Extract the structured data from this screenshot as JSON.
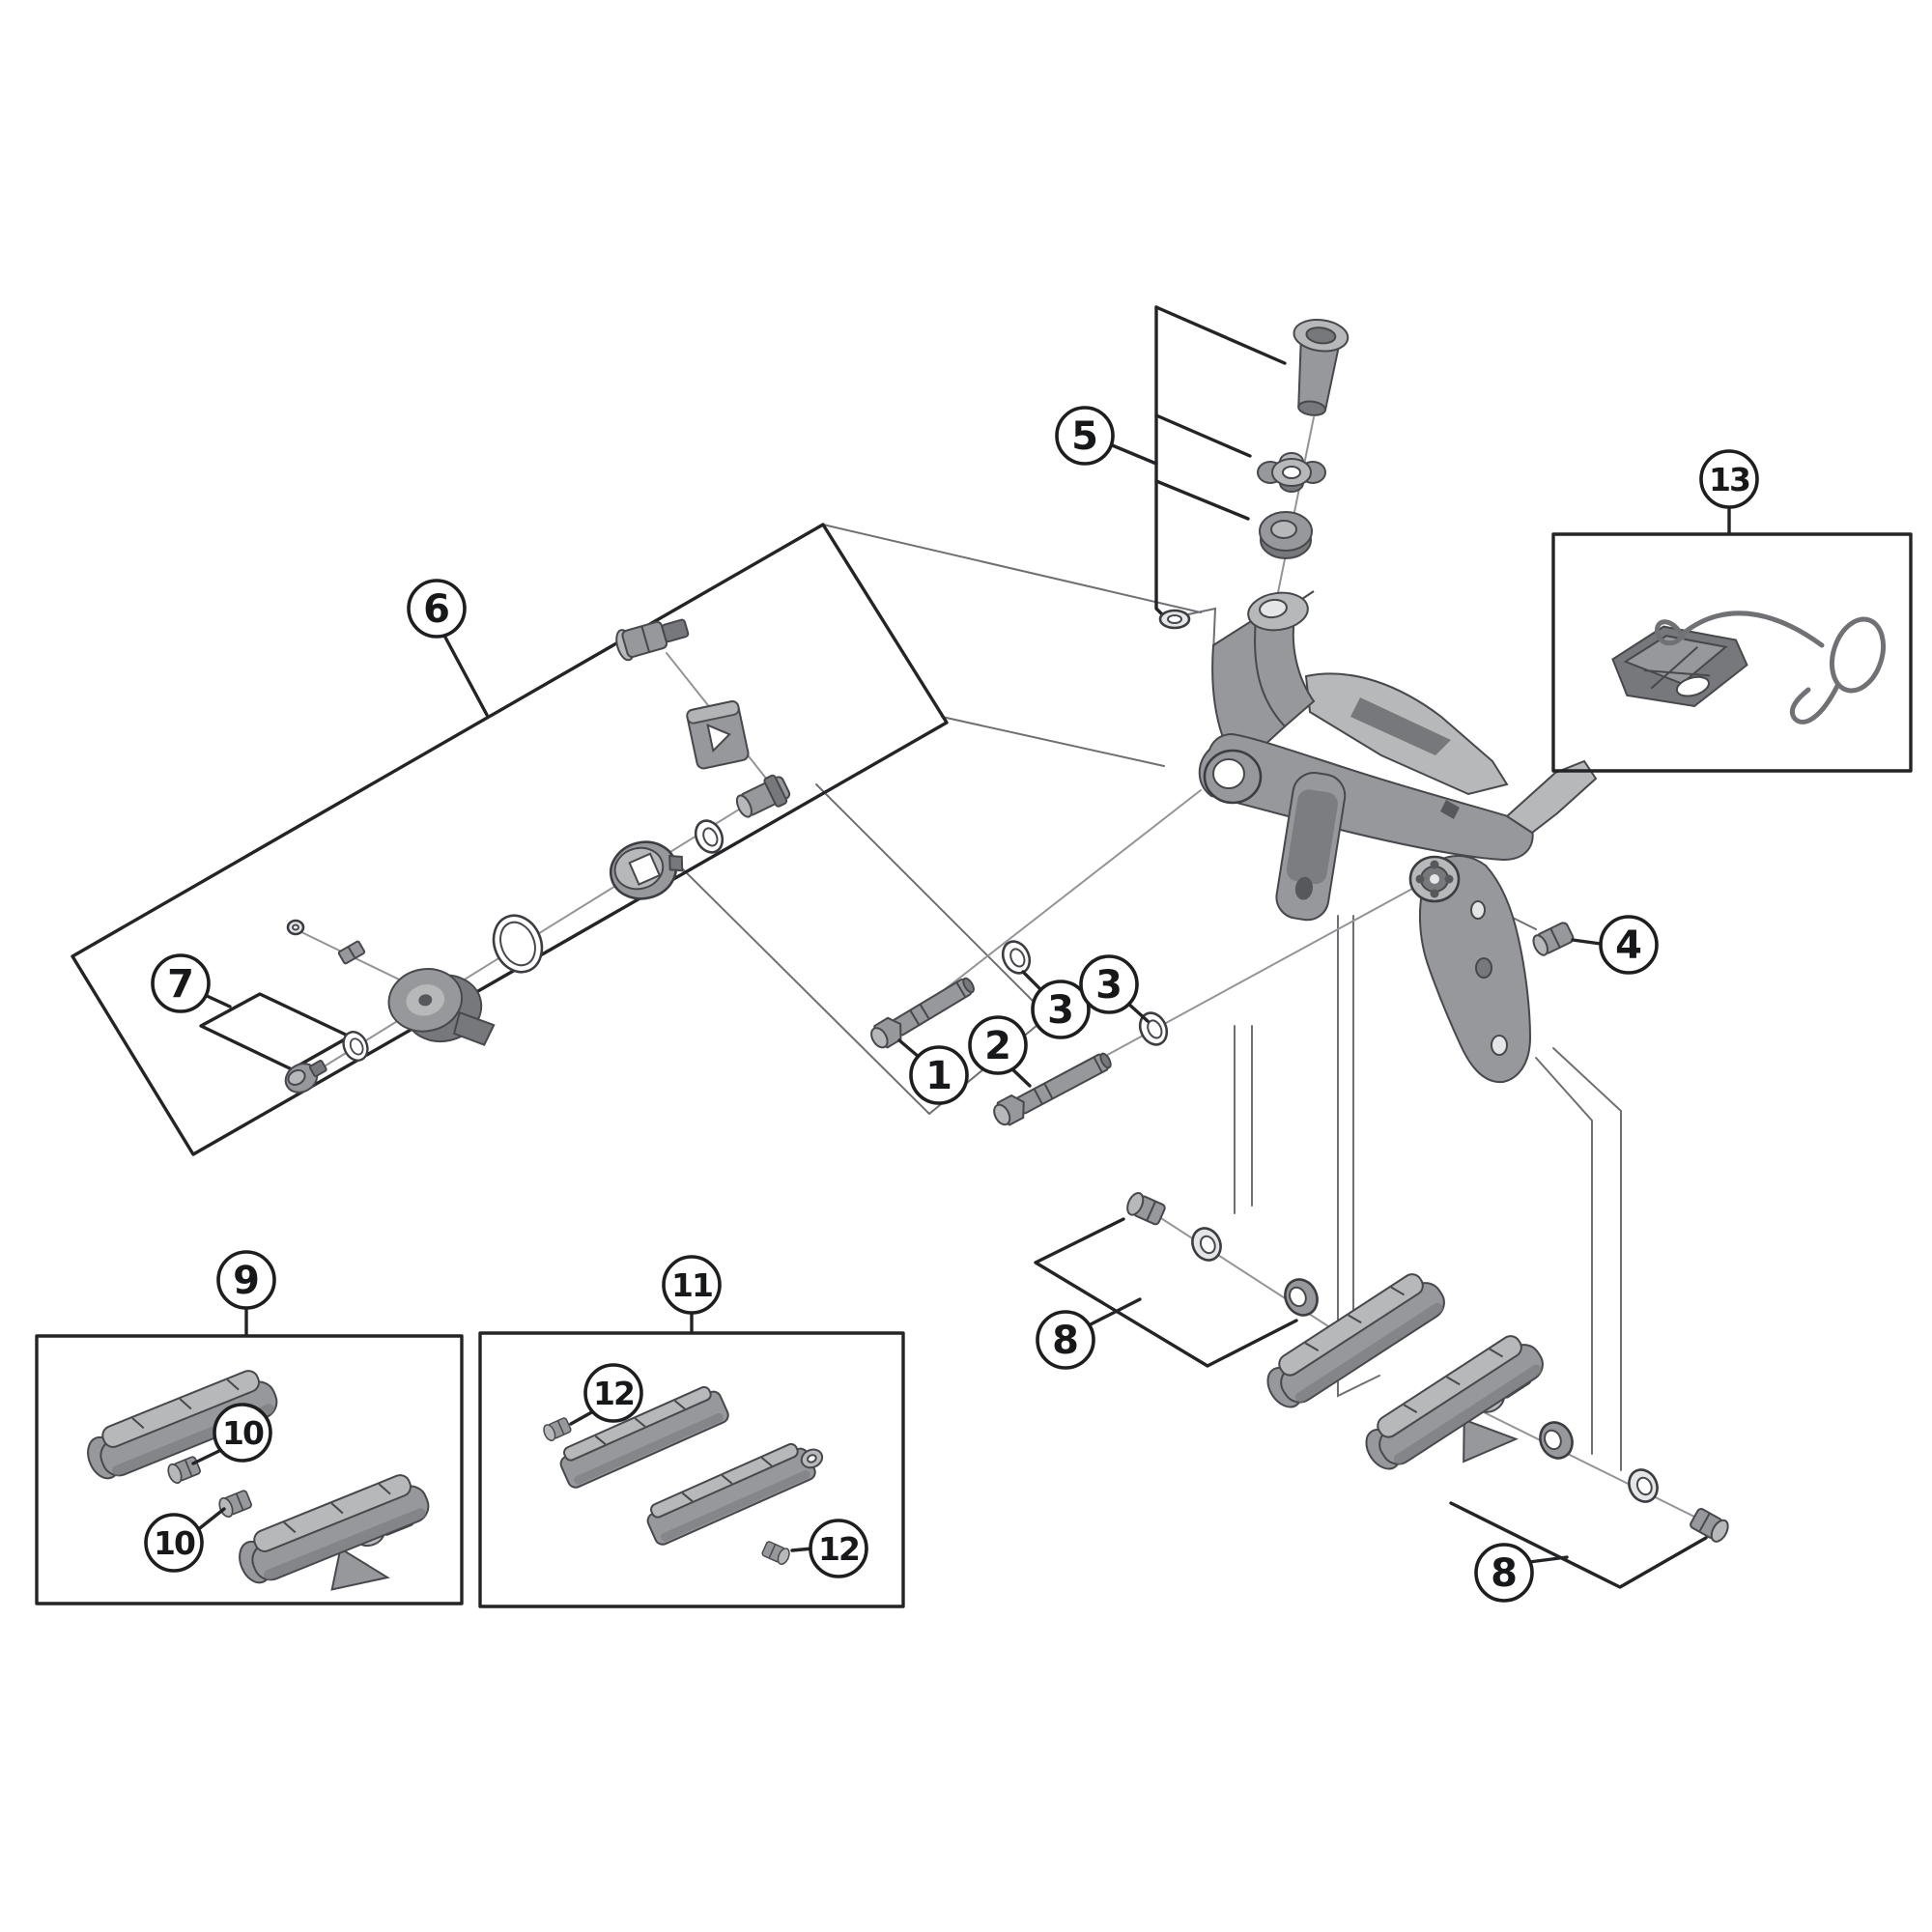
{
  "diagram": {
    "kind": "exploded-parts-diagram",
    "callouts": [
      {
        "ref": "1",
        "label": "1"
      },
      {
        "ref": "2",
        "label": "2"
      },
      {
        "ref": "3a",
        "label": "3"
      },
      {
        "ref": "3b",
        "label": "3"
      },
      {
        "ref": "4",
        "label": "4"
      },
      {
        "ref": "5",
        "label": "5"
      },
      {
        "ref": "6",
        "label": "6"
      },
      {
        "ref": "7",
        "label": "7"
      },
      {
        "ref": "8a",
        "label": "8"
      },
      {
        "ref": "8b",
        "label": "8"
      },
      {
        "ref": "9",
        "label": "9"
      },
      {
        "ref": "10a",
        "label": "10"
      },
      {
        "ref": "10b",
        "label": "10"
      },
      {
        "ref": "11",
        "label": "11"
      },
      {
        "ref": "12a",
        "label": "12"
      },
      {
        "ref": "12b",
        "label": "12"
      },
      {
        "ref": "13",
        "label": "13"
      }
    ]
  },
  "colors": {
    "background": "#ffffff",
    "ink": "#232426",
    "part_light": "#b7b8ba",
    "part_mid": "#97989b",
    "part_dark": "#77787c",
    "part_darkest": "#57585c"
  }
}
